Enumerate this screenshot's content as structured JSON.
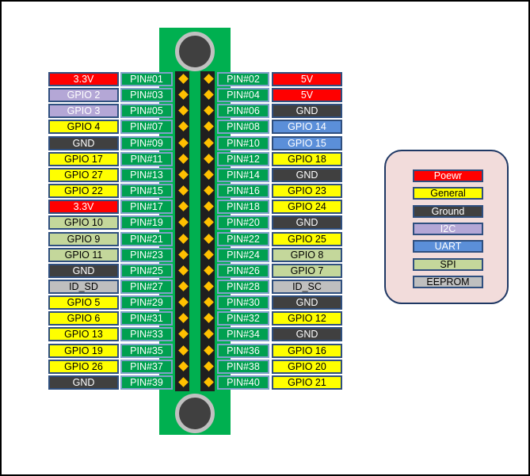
{
  "colors": {
    "power": "#ff0000",
    "general": "#ffff00",
    "ground": "#404040",
    "i2c": "#b4a7d6",
    "uart": "#5b8fd9",
    "spi": "#c4d79b",
    "eeprom": "#bfbfbf",
    "pin_label": "#00a050",
    "board": "#00b050",
    "pin_dot": "#ffc000"
  },
  "header_rows": [
    {
      "left_fn": "3.3V",
      "left_pin": "PIN#01",
      "right_pin": "PIN#02",
      "right_fn": "5V",
      "left_type": "power",
      "right_type": "power"
    },
    {
      "left_fn": "GPIO 2",
      "left_pin": "PIN#03",
      "right_pin": "PIN#04",
      "right_fn": "5V",
      "left_type": "i2c",
      "right_type": "power"
    },
    {
      "left_fn": "GPIO 3",
      "left_pin": "PIN#05",
      "right_pin": "PIN#06",
      "right_fn": "GND",
      "left_type": "i2c",
      "right_type": "ground"
    },
    {
      "left_fn": "GPIO 4",
      "left_pin": "PIN#07",
      "right_pin": "PIN#08",
      "right_fn": "GPIO 14",
      "left_type": "general",
      "right_type": "uart"
    },
    {
      "left_fn": "GND",
      "left_pin": "PIN#09",
      "right_pin": "PIN#10",
      "right_fn": "GPIO 15",
      "left_type": "ground",
      "right_type": "uart"
    },
    {
      "left_fn": "GPIO 17",
      "left_pin": "PIN#11",
      "right_pin": "PIN#12",
      "right_fn": "GPIO 18",
      "left_type": "general",
      "right_type": "general"
    },
    {
      "left_fn": "GPIO 27",
      "left_pin": "PIN#13",
      "right_pin": "PIN#14",
      "right_fn": "GND",
      "left_type": "general",
      "right_type": "ground"
    },
    {
      "left_fn": "GPIO 22",
      "left_pin": "PIN#15",
      "right_pin": "PIN#16",
      "right_fn": "GPIO 23",
      "left_type": "general",
      "right_type": "general"
    },
    {
      "left_fn": "3.3V",
      "left_pin": "PIN#17",
      "right_pin": "PIN#18",
      "right_fn": "GPIO 24",
      "left_type": "power",
      "right_type": "general"
    },
    {
      "left_fn": "GPIO 10",
      "left_pin": "PIN#19",
      "right_pin": "PIN#20",
      "right_fn": "GND",
      "left_type": "spi",
      "right_type": "ground"
    },
    {
      "left_fn": "GPIO 9",
      "left_pin": "PIN#21",
      "right_pin": "PIN#22",
      "right_fn": "GPIO 25",
      "left_type": "spi",
      "right_type": "general"
    },
    {
      "left_fn": "GPIO 11",
      "left_pin": "PIN#23",
      "right_pin": "PIN#24",
      "right_fn": "GPIO 8",
      "left_type": "spi",
      "right_type": "spi"
    },
    {
      "left_fn": "GND",
      "left_pin": "PIN#25",
      "right_pin": "PIN#26",
      "right_fn": "GPIO 7",
      "left_type": "ground",
      "right_type": "spi"
    },
    {
      "left_fn": "ID_SD",
      "left_pin": "PIN#27",
      "right_pin": "PIN#28",
      "right_fn": "ID_SC",
      "left_type": "eeprom",
      "right_type": "eeprom"
    },
    {
      "left_fn": "GPIO 5",
      "left_pin": "PIN#29",
      "right_pin": "PIN#30",
      "right_fn": "GND",
      "left_type": "general",
      "right_type": "ground"
    },
    {
      "left_fn": "GPIO 6",
      "left_pin": "PIN#31",
      "right_pin": "PIN#32",
      "right_fn": "GPIO 12",
      "left_type": "general",
      "right_type": "general"
    },
    {
      "left_fn": "GPIO 13",
      "left_pin": "PIN#33",
      "right_pin": "PIN#34",
      "right_fn": "GND",
      "left_type": "general",
      "right_type": "ground"
    },
    {
      "left_fn": "GPIO 19",
      "left_pin": "PIN#35",
      "right_pin": "PIN#36",
      "right_fn": "GPIO 16",
      "left_type": "general",
      "right_type": "general"
    },
    {
      "left_fn": "GPIO 26",
      "left_pin": "PIN#37",
      "right_pin": "PIN#38",
      "right_fn": "GPIO 20",
      "left_type": "general",
      "right_type": "general"
    },
    {
      "left_fn": "GND",
      "left_pin": "PIN#39",
      "right_pin": "PIN#40",
      "right_fn": "GPIO 21",
      "left_type": "ground",
      "right_type": "general"
    }
  ],
  "legend": [
    {
      "label": "Poewr",
      "type": "power"
    },
    {
      "label": "General",
      "type": "general"
    },
    {
      "label": "Ground",
      "type": "ground"
    },
    {
      "label": "I2C",
      "type": "i2c"
    },
    {
      "label": "UART",
      "type": "uart"
    },
    {
      "label": "SPI",
      "type": "spi"
    },
    {
      "label": "EEPROM",
      "type": "eeprom"
    }
  ]
}
